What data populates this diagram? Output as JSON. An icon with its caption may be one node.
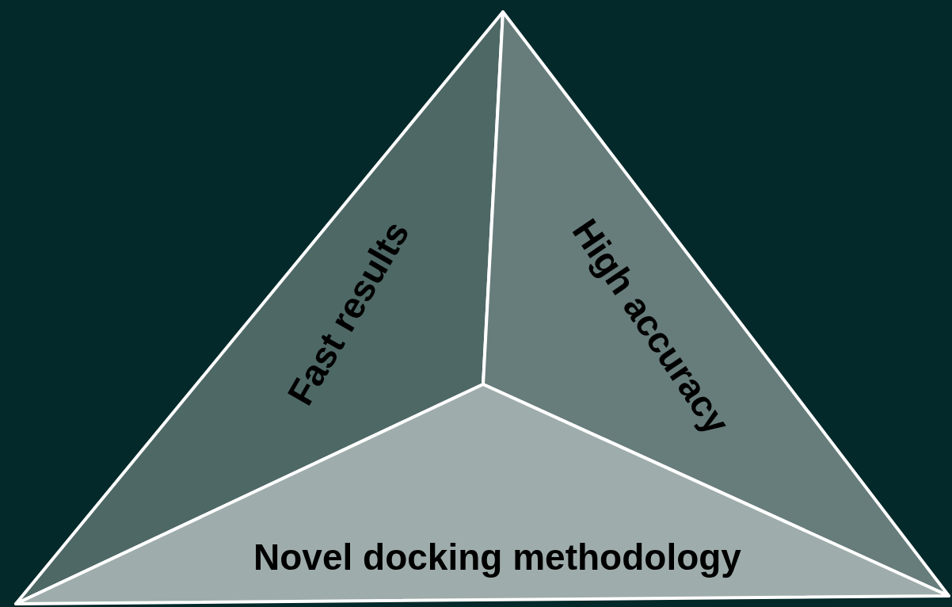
{
  "diagram": {
    "nodes": [
      {
        "text": [
          "Fast results"
        ]
      },
      {
        "text": [
          "High accuracy"
        ]
      },
      {
        "text": [
          "Novel docking methodology"
        ]
      }
    ]
  }
}
